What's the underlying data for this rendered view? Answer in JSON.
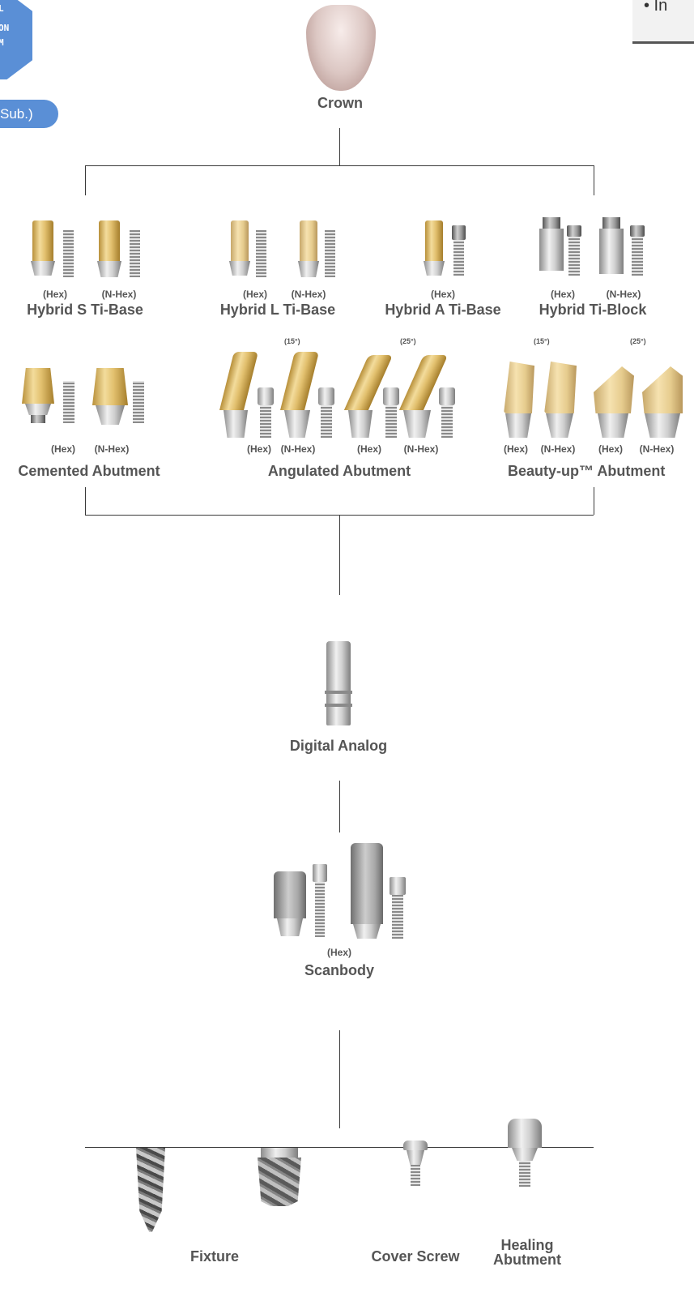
{
  "badges": {
    "hex_lines": [
      "L",
      "ON",
      "M"
    ],
    "pill_label": "Sub.)",
    "corner_text": "• In"
  },
  "crown": {
    "label": "Crown"
  },
  "row1": [
    {
      "name": "Hybrid S Ti-Base",
      "variants": [
        "(Hex)",
        "(N-Hex)"
      ]
    },
    {
      "name": "Hybrid L Ti-Base",
      "variants": [
        "(Hex)",
        "(N-Hex)"
      ]
    },
    {
      "name": "Hybrid A Ti-Base",
      "variants": [
        "(Hex)"
      ]
    },
    {
      "name": "Hybrid Ti-Block",
      "variants": [
        "(Hex)",
        "(N-Hex)"
      ]
    }
  ],
  "row2": {
    "cemented": {
      "name": "Cemented Abutment",
      "variants": [
        "(Hex)",
        "(N-Hex)"
      ]
    },
    "angulated": {
      "name": "Angulated Abutment",
      "angles": [
        "(15°)",
        "(25°)"
      ],
      "variants": [
        "(Hex)",
        "(N-Hex)",
        "(Hex)",
        "(N-Hex)"
      ]
    },
    "beauty": {
      "name": "Beauty-up™ Abutment",
      "angles": [
        "(15°)",
        "(25°)"
      ],
      "variants": [
        "(Hex)",
        "(N-Hex)",
        "(Hex)",
        "(N-Hex)"
      ]
    }
  },
  "analog": {
    "label": "Digital Analog"
  },
  "scanbody": {
    "label": "Scanbody",
    "variant": "(Hex)"
  },
  "bottom": {
    "fixture": "Fixture",
    "cover_screw": "Cover Screw",
    "healing_line1": "Healing",
    "healing_line2": "Abutment"
  }
}
